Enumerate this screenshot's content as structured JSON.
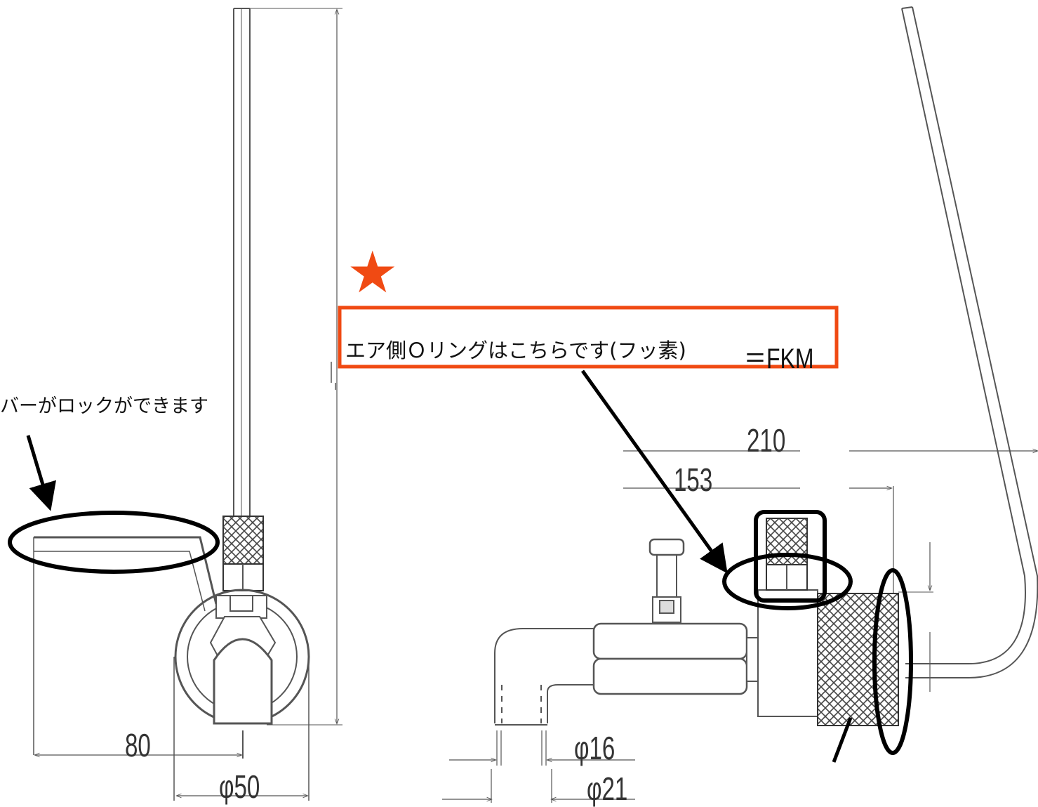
{
  "annotations": {
    "lever_note": "バーがロックができます",
    "oring_note": "エア側Ｏリングはこちらです(フッ素)",
    "fkm_note": "＝FKM",
    "star": "★"
  },
  "dimensions": {
    "d210": "210",
    "d153": "153",
    "d80": "80",
    "phi50": "φ50",
    "phi16": "φ16",
    "phi21": "φ21"
  },
  "colors": {
    "highlight_box": "#f04a13",
    "star": "#f04a13",
    "markup": "#000000",
    "drawing_line": "#555555"
  },
  "icons": [
    "star-icon",
    "arrow-icon",
    "ellipse-marker",
    "rounded-box-marker"
  ]
}
